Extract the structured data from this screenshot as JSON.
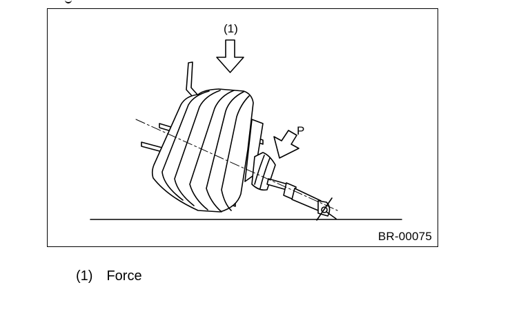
{
  "figure": {
    "callout_number": "(1)",
    "pedal_label": "P",
    "ref_code": "BR-00075"
  },
  "legend": {
    "items": [
      {
        "number": "(1)",
        "label": "Force"
      }
    ]
  }
}
